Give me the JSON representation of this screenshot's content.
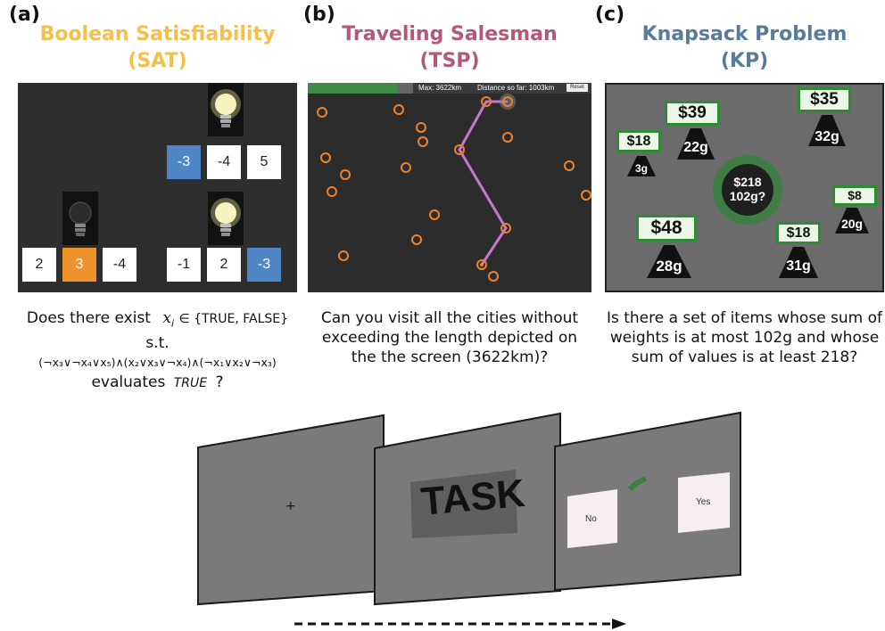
{
  "panels": {
    "sat": {
      "letter": "(a)",
      "title_line1": "Boolean Satisfiability",
      "title_line2": "(SAT)",
      "title_color": "#f5c04a",
      "clauses": [
        {
          "values": [
            "-3",
            "-4",
            "5"
          ],
          "states": [
            "blue",
            "white",
            "white"
          ],
          "bulb": "lit"
        },
        {
          "values": [
            "2",
            "3",
            "-4"
          ],
          "states": [
            "white",
            "orange",
            "white"
          ],
          "bulb": "dim"
        },
        {
          "values": [
            "-1",
            "2",
            "-3"
          ],
          "states": [
            "white",
            "white",
            "blue"
          ],
          "bulb": "lit"
        }
      ],
      "question_line1": "Does there exist",
      "question_var": "x",
      "question_sub": "i",
      "question_set": "∈ {TRUE, FALSE}",
      "question_line2": "s.t.",
      "question_formula": "(¬x₃∨¬x₄∨x₅)∧(x₂∨x₃∨¬x₄)∧(¬x₁∨x₂∨¬x₃)",
      "question_line4a": "evaluates",
      "question_line4b": "TRUE",
      "question_line4c": "?"
    },
    "tsp": {
      "letter": "(b)",
      "title_line1": "Traveling Salesman",
      "title_line2": "(TSP)",
      "title_color": "#b5577a",
      "max_label": "Max: 3622km",
      "distance_label": "Distance so far: 1003km",
      "reset_label": "Reset",
      "progress_fraction": 0.28,
      "question": "Can you visit all the cities without exceeding the length depicted on the the screen (3622km)?"
    },
    "kp": {
      "letter": "(c)",
      "title_line1": "Knapsack Problem",
      "title_line2": "(KP)",
      "title_color": "#587b9a",
      "items": [
        {
          "price": "$39",
          "weight": "22g"
        },
        {
          "price": "$35",
          "weight": "32g"
        },
        {
          "price": "$18",
          "weight": "3g"
        },
        {
          "price": "$8",
          "weight": "20g"
        },
        {
          "price": "$48",
          "weight": "28g"
        },
        {
          "price": "$18",
          "weight": "31g"
        }
      ],
      "center_line1": "$218",
      "center_line2": "102g?",
      "question": "Is there a set of items whose sum of weights is at most 102g and whose sum of values is at least 218?"
    }
  },
  "sequence": {
    "fixation": "+",
    "task_label": "TASK",
    "no_label": "No",
    "yes_label": "Yes",
    "arrow": "time-arrow"
  }
}
